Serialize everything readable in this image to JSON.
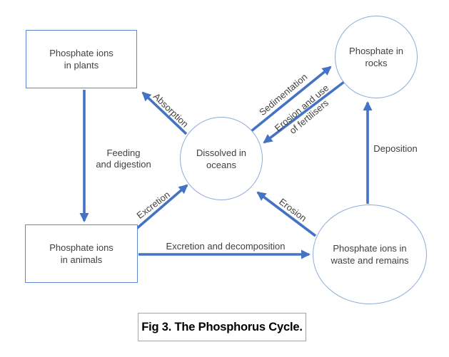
{
  "figure": {
    "caption": "Fig 3. The Phosphorus Cycle."
  },
  "nodes": {
    "plants": {
      "label": "Phosphate ions\nin plants",
      "shape": "rectangle"
    },
    "rocks": {
      "label": "Phosphate in\nrocks",
      "shape": "circle"
    },
    "oceans": {
      "label": "Dissolved in\noceans",
      "shape": "circle"
    },
    "animals": {
      "label": "Phosphate ions\nin animals",
      "shape": "rectangle"
    },
    "waste": {
      "label": "Phosphate ions in\nwaste and remains",
      "shape": "circle"
    }
  },
  "edges": {
    "absorption": {
      "label": "Absorption",
      "from": "oceans",
      "to": "plants"
    },
    "sedimentation": {
      "label": "Sedimentation",
      "from": "oceans",
      "to": "rocks"
    },
    "erosion_fertilisers": {
      "label": "Erosion and use\nof fertilisers",
      "from": "rocks",
      "to": "oceans"
    },
    "feeding_digestion": {
      "label": "Feeding\nand digestion",
      "from": "plants",
      "to": "animals"
    },
    "excretion": {
      "label": "Excretion",
      "from": "animals",
      "to": "oceans"
    },
    "erosion": {
      "label": "Erosion",
      "from": "waste",
      "to": "oceans"
    },
    "excretion_decomposition": {
      "label": "Excretion and decomposition",
      "from": "animals",
      "to": "waste"
    },
    "deposition": {
      "label": "Deposition",
      "from": "waste",
      "to": "rocks"
    }
  },
  "colors": {
    "arrow": "#4472C4",
    "rect_border": "#5E86D1",
    "circle_border": "#8FAADC",
    "label_text": "#404040",
    "caption_border": "#A6A6A6",
    "caption_text": "#000000"
  }
}
